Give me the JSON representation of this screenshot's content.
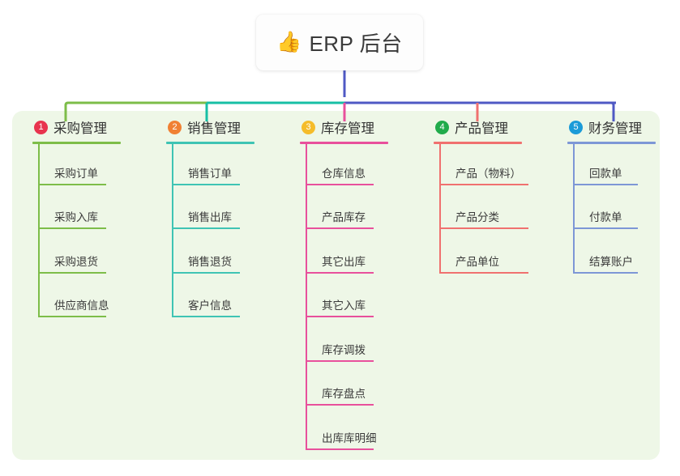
{
  "diagram": {
    "type": "mind-map",
    "background_color": "#ffffff",
    "panel_color": "#eef7e7",
    "root": {
      "icon": "thumbs-up-icon",
      "icon_glyph": "👍",
      "title": "ERP 后台",
      "connector_color": "#4f59c4"
    },
    "bus": {
      "segments": [
        {
          "name": "bus-segment-green",
          "color": "#7dbd49"
        },
        {
          "name": "bus-segment-teal",
          "color": "#17bfa5"
        },
        {
          "name": "bus-segment-blue",
          "color": "#4f59c4"
        }
      ]
    },
    "branches": [
      {
        "index": "1",
        "label": "采购管理",
        "badge_color": "#e8344e",
        "line_color": "#7dbd49",
        "drop_color": "#7dbd49",
        "items": [
          "采购订单",
          "采购入库",
          "采购退货",
          "供应商信息"
        ]
      },
      {
        "index": "2",
        "label": "销售管理",
        "badge_color": "#f08033",
        "line_color": "#3fc4b4",
        "drop_color": "#17bfa5",
        "items": [
          "销售订单",
          "销售出库",
          "销售退货",
          "客户信息"
        ]
      },
      {
        "index": "3",
        "label": "库存管理",
        "badge_color": "#f5bc2a",
        "line_color": "#e8509c",
        "drop_color": "#e8509c",
        "items": [
          "仓库信息",
          "产品库存",
          "其它出库",
          "其它入库",
          "库存调拨",
          "库存盘点",
          "出库库明细"
        ]
      },
      {
        "index": "4",
        "label": "产品管理",
        "badge_color": "#21ab4b",
        "line_color": "#f0716f",
        "drop_color": "#f0716f",
        "items": [
          "产品（物料）",
          "产品分类",
          "产品单位"
        ]
      },
      {
        "index": "5",
        "label": "财务管理",
        "badge_color": "#1b9bd8",
        "line_color": "#7d97d6",
        "drop_color": "#4f59c4",
        "items": [
          "回款单",
          "付款单",
          "结算账户"
        ]
      }
    ]
  }
}
